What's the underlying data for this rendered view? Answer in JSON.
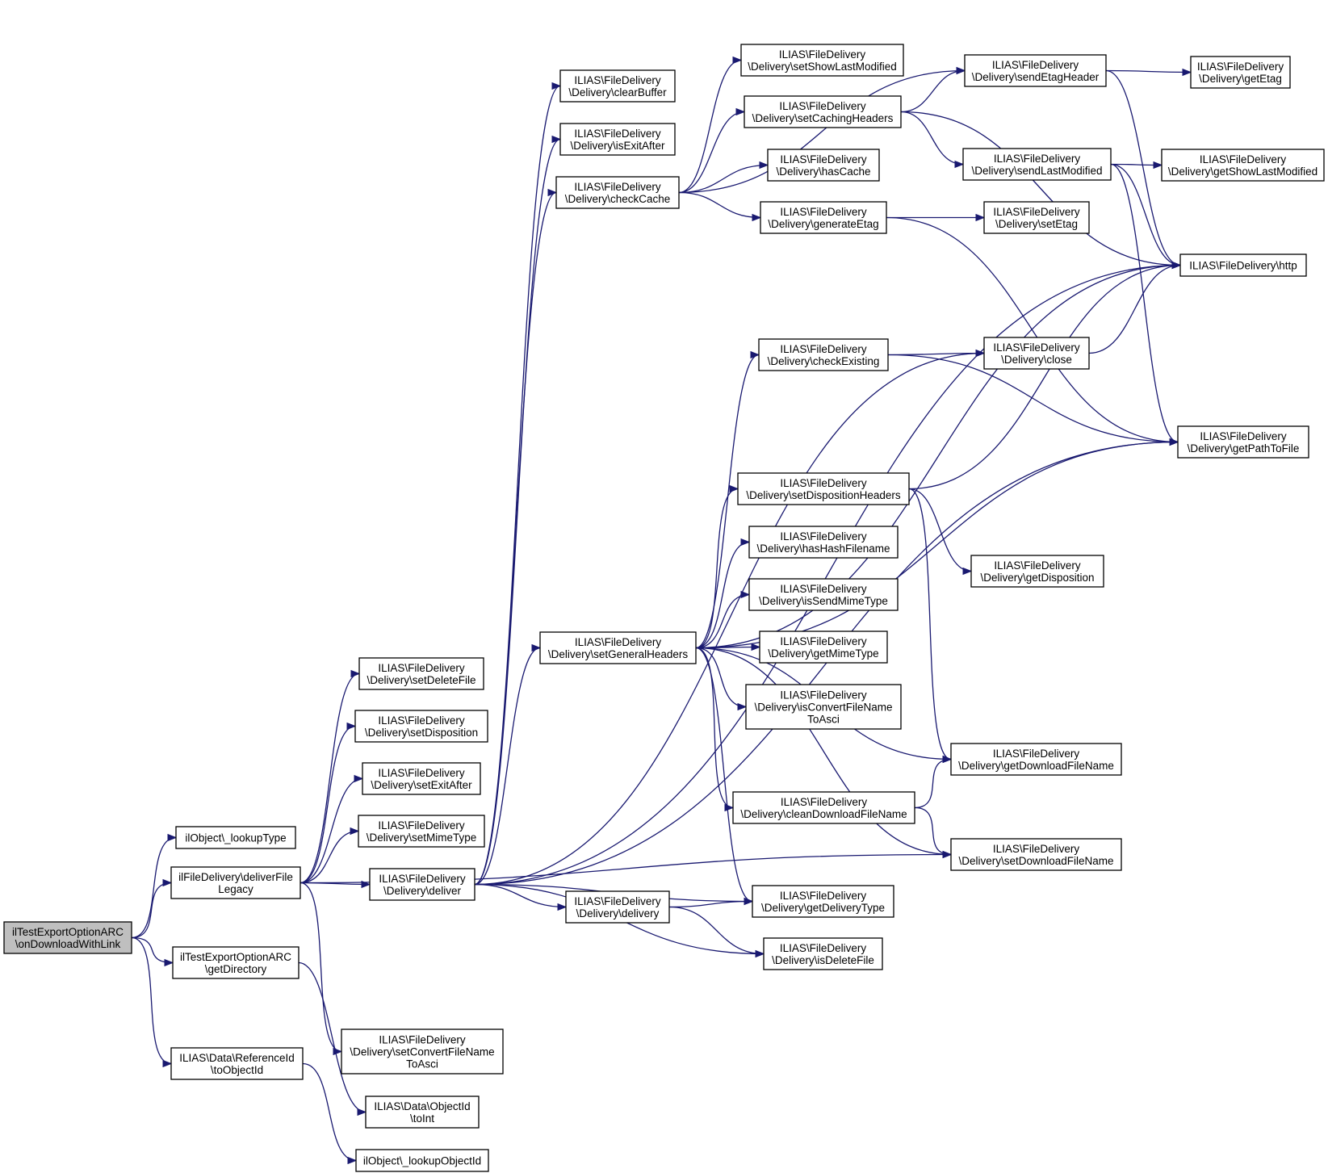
{
  "diagram": {
    "edge_color": "#191970",
    "root_fill": "#bfbfbf",
    "nodes": [
      {
        "id": "root",
        "lines": [
          "ilTestExportOptionARC",
          "\\onDownloadWithLink"
        ]
      },
      {
        "id": "lookupType",
        "lines": [
          "ilObject\\_lookupType"
        ]
      },
      {
        "id": "deliverFileLegacy",
        "lines": [
          "ilFileDelivery\\deliverFile",
          "Legacy"
        ]
      },
      {
        "id": "getDirectory",
        "lines": [
          "ilTestExportOptionARC",
          "\\getDirectory"
        ]
      },
      {
        "id": "toObjectId",
        "lines": [
          "ILIAS\\Data\\ReferenceId",
          "\\toObjectId"
        ]
      },
      {
        "id": "setDeleteFile",
        "lines": [
          "ILIAS\\FileDelivery",
          "\\Delivery\\setDeleteFile"
        ]
      },
      {
        "id": "setDisposition",
        "lines": [
          "ILIAS\\FileDelivery",
          "\\Delivery\\setDisposition"
        ]
      },
      {
        "id": "setExitAfter",
        "lines": [
          "ILIAS\\FileDelivery",
          "\\Delivery\\setExitAfter"
        ]
      },
      {
        "id": "setMimeType",
        "lines": [
          "ILIAS\\FileDelivery",
          "\\Delivery\\setMimeType"
        ]
      },
      {
        "id": "deliver",
        "lines": [
          "ILIAS\\FileDelivery",
          "\\Delivery\\deliver"
        ]
      },
      {
        "id": "setConvertFileNameToAsci",
        "lines": [
          "ILIAS\\FileDelivery",
          "\\Delivery\\setConvertFileName",
          "ToAsci"
        ]
      },
      {
        "id": "toInt",
        "lines": [
          "ILIAS\\Data\\ObjectId",
          "\\toInt"
        ]
      },
      {
        "id": "lookupObjectId",
        "lines": [
          "ilObject\\_lookupObjectId"
        ]
      },
      {
        "id": "clearBuffer",
        "lines": [
          "ILIAS\\FileDelivery",
          "\\Delivery\\clearBuffer"
        ]
      },
      {
        "id": "isExitAfter",
        "lines": [
          "ILIAS\\FileDelivery",
          "\\Delivery\\isExitAfter"
        ]
      },
      {
        "id": "checkCache",
        "lines": [
          "ILIAS\\FileDelivery",
          "\\Delivery\\checkCache"
        ]
      },
      {
        "id": "setGeneralHeaders",
        "lines": [
          "ILIAS\\FileDelivery",
          "\\Delivery\\setGeneralHeaders"
        ]
      },
      {
        "id": "delivery",
        "lines": [
          "ILIAS\\FileDelivery",
          "\\Delivery\\delivery"
        ]
      },
      {
        "id": "setShowLastModified",
        "lines": [
          "ILIAS\\FileDelivery",
          "\\Delivery\\setShowLastModified"
        ]
      },
      {
        "id": "setCachingHeaders",
        "lines": [
          "ILIAS\\FileDelivery",
          "\\Delivery\\setCachingHeaders"
        ]
      },
      {
        "id": "hasCache",
        "lines": [
          "ILIAS\\FileDelivery",
          "\\Delivery\\hasCache"
        ]
      },
      {
        "id": "generateEtag",
        "lines": [
          "ILIAS\\FileDelivery",
          "\\Delivery\\generateEtag"
        ]
      },
      {
        "id": "checkExisting",
        "lines": [
          "ILIAS\\FileDelivery",
          "\\Delivery\\checkExisting"
        ]
      },
      {
        "id": "setDispositionHeaders",
        "lines": [
          "ILIAS\\FileDelivery",
          "\\Delivery\\setDispositionHeaders"
        ]
      },
      {
        "id": "hasHashFilename",
        "lines": [
          "ILIAS\\FileDelivery",
          "\\Delivery\\hasHashFilename"
        ]
      },
      {
        "id": "isSendMimeType",
        "lines": [
          "ILIAS\\FileDelivery",
          "\\Delivery\\isSendMimeType"
        ]
      },
      {
        "id": "getMimeType",
        "lines": [
          "ILIAS\\FileDelivery",
          "\\Delivery\\getMimeType"
        ]
      },
      {
        "id": "isConvertFileNameToAsci",
        "lines": [
          "ILIAS\\FileDelivery",
          "\\Delivery\\isConvertFileName",
          "ToAsci"
        ]
      },
      {
        "id": "cleanDownloadFileName",
        "lines": [
          "ILIAS\\FileDelivery",
          "\\Delivery\\cleanDownloadFileName"
        ]
      },
      {
        "id": "getDeliveryType",
        "lines": [
          "ILIAS\\FileDelivery",
          "\\Delivery\\getDeliveryType"
        ]
      },
      {
        "id": "isDeleteFile",
        "lines": [
          "ILIAS\\FileDelivery",
          "\\Delivery\\isDeleteFile"
        ]
      },
      {
        "id": "sendEtagHeader",
        "lines": [
          "ILIAS\\FileDelivery",
          "\\Delivery\\sendEtagHeader"
        ]
      },
      {
        "id": "sendLastModified",
        "lines": [
          "ILIAS\\FileDelivery",
          "\\Delivery\\sendLastModified"
        ]
      },
      {
        "id": "setEtag",
        "lines": [
          "ILIAS\\FileDelivery",
          "\\Delivery\\setEtag"
        ]
      },
      {
        "id": "close",
        "lines": [
          "ILIAS\\FileDelivery",
          "\\Delivery\\close"
        ]
      },
      {
        "id": "getDisposition",
        "lines": [
          "ILIAS\\FileDelivery",
          "\\Delivery\\getDisposition"
        ]
      },
      {
        "id": "getDownloadFileName",
        "lines": [
          "ILIAS\\FileDelivery",
          "\\Delivery\\getDownloadFileName"
        ]
      },
      {
        "id": "setDownloadFileName",
        "lines": [
          "ILIAS\\FileDelivery",
          "\\Delivery\\setDownloadFileName"
        ]
      },
      {
        "id": "getEtag",
        "lines": [
          "ILIAS\\FileDelivery",
          "\\Delivery\\getEtag"
        ]
      },
      {
        "id": "getShowLastModified",
        "lines": [
          "ILIAS\\FileDelivery",
          "\\Delivery\\getShowLastModified"
        ]
      },
      {
        "id": "http",
        "lines": [
          "ILIAS\\FileDelivery\\http"
        ]
      },
      {
        "id": "getPathToFile",
        "lines": [
          "ILIAS\\FileDelivery",
          "\\Delivery\\getPathToFile"
        ]
      }
    ],
    "edges": [
      [
        "root",
        "lookupType"
      ],
      [
        "root",
        "deliverFileLegacy"
      ],
      [
        "root",
        "getDirectory"
      ],
      [
        "root",
        "toObjectId"
      ],
      [
        "deliverFileLegacy",
        "setDeleteFile"
      ],
      [
        "deliverFileLegacy",
        "setDisposition"
      ],
      [
        "deliverFileLegacy",
        "setExitAfter"
      ],
      [
        "deliverFileLegacy",
        "setMimeType"
      ],
      [
        "deliverFileLegacy",
        "deliver"
      ],
      [
        "deliverFileLegacy",
        "setConvertFileNameToAsci"
      ],
      [
        "deliverFileLegacy",
        "setDownloadFileName"
      ],
      [
        "getDirectory",
        "toInt"
      ],
      [
        "toObjectId",
        "lookupObjectId"
      ],
      [
        "deliver",
        "clearBuffer"
      ],
      [
        "deliver",
        "isExitAfter"
      ],
      [
        "deliver",
        "checkCache"
      ],
      [
        "deliver",
        "setGeneralHeaders"
      ],
      [
        "deliver",
        "delivery"
      ],
      [
        "deliver",
        "getDeliveryType"
      ],
      [
        "deliver",
        "isDeleteFile"
      ],
      [
        "deliver",
        "close"
      ],
      [
        "deliver",
        "http"
      ],
      [
        "deliver",
        "getPathToFile"
      ],
      [
        "checkCache",
        "setShowLastModified"
      ],
      [
        "checkCache",
        "setCachingHeaders"
      ],
      [
        "checkCache",
        "hasCache"
      ],
      [
        "checkCache",
        "generateEtag"
      ],
      [
        "checkCache",
        "sendEtagHeader"
      ],
      [
        "setCachingHeaders",
        "sendEtagHeader"
      ],
      [
        "setCachingHeaders",
        "sendLastModified"
      ],
      [
        "setCachingHeaders",
        "http"
      ],
      [
        "sendEtagHeader",
        "getEtag"
      ],
      [
        "sendEtagHeader",
        "http"
      ],
      [
        "sendLastModified",
        "getShowLastModified"
      ],
      [
        "sendLastModified",
        "http"
      ],
      [
        "sendLastModified",
        "getPathToFile"
      ],
      [
        "generateEtag",
        "setEtag"
      ],
      [
        "generateEtag",
        "getPathToFile"
      ],
      [
        "setGeneralHeaders",
        "checkExisting"
      ],
      [
        "setGeneralHeaders",
        "setDispositionHeaders"
      ],
      [
        "setGeneralHeaders",
        "hasHashFilename"
      ],
      [
        "setGeneralHeaders",
        "isSendMimeType"
      ],
      [
        "setGeneralHeaders",
        "getMimeType"
      ],
      [
        "setGeneralHeaders",
        "isConvertFileNameToAsci"
      ],
      [
        "setGeneralHeaders",
        "cleanDownloadFileName"
      ],
      [
        "setGeneralHeaders",
        "getDownloadFileName"
      ],
      [
        "setGeneralHeaders",
        "setDownloadFileName"
      ],
      [
        "setGeneralHeaders",
        "getDeliveryType"
      ],
      [
        "setGeneralHeaders",
        "http"
      ],
      [
        "setGeneralHeaders",
        "getPathToFile"
      ],
      [
        "checkExisting",
        "close"
      ],
      [
        "checkExisting",
        "getPathToFile"
      ],
      [
        "close",
        "http"
      ],
      [
        "setDispositionHeaders",
        "getDisposition"
      ],
      [
        "setDispositionHeaders",
        "getDownloadFileName"
      ],
      [
        "setDispositionHeaders",
        "http"
      ],
      [
        "cleanDownloadFileName",
        "getDownloadFileName"
      ],
      [
        "cleanDownloadFileName",
        "setDownloadFileName"
      ],
      [
        "delivery",
        "getDeliveryType"
      ],
      [
        "delivery",
        "isDeleteFile"
      ]
    ]
  }
}
